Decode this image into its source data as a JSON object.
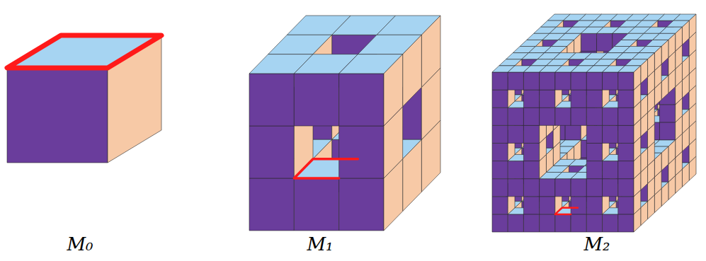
{
  "diagram": {
    "labels": [
      "M₀",
      "M₁",
      "M₂"
    ]
  }
}
